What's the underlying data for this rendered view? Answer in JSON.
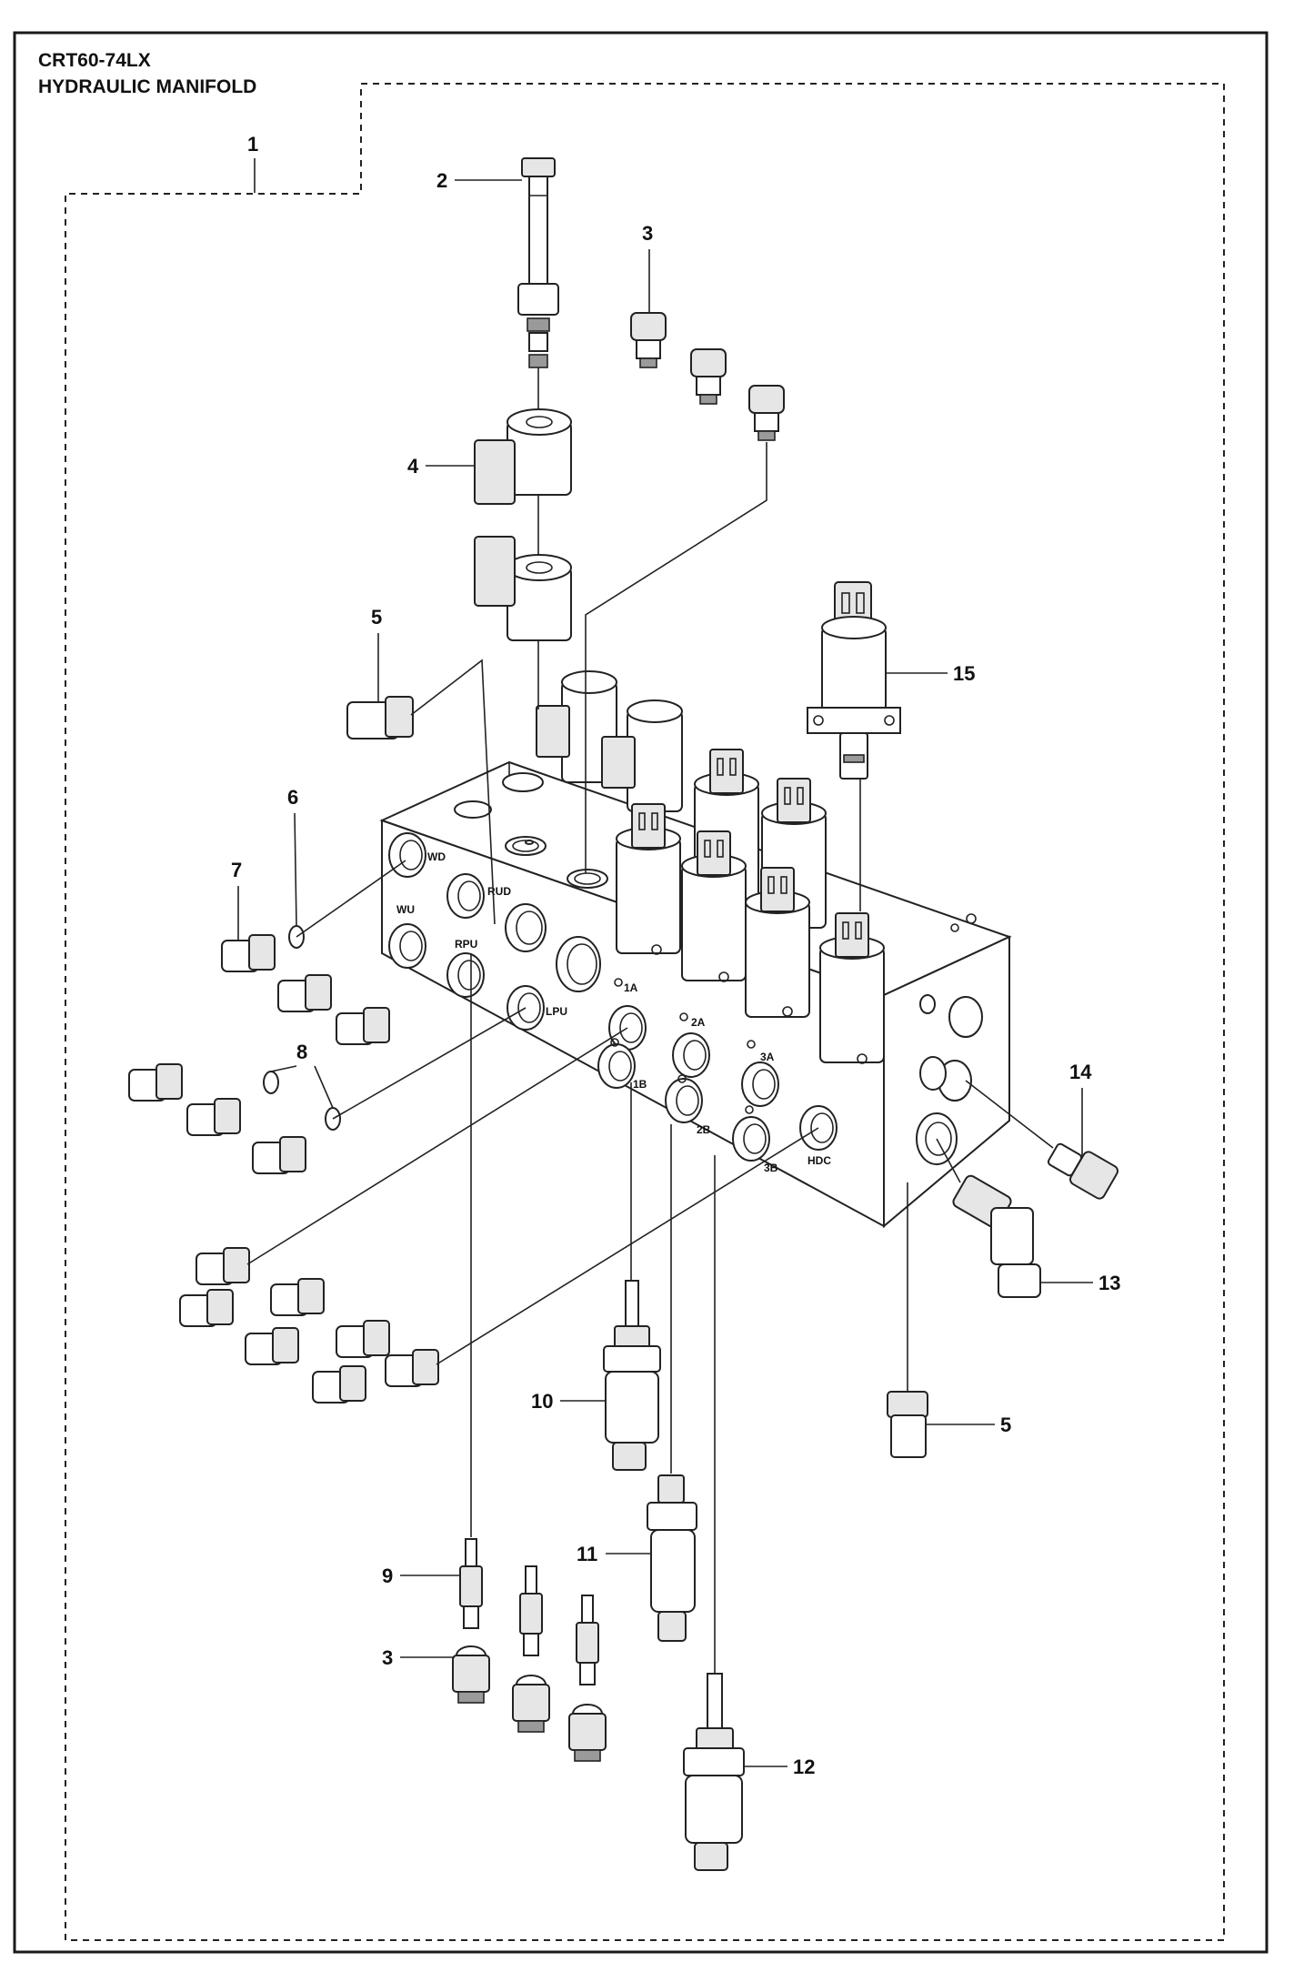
{
  "header": {
    "model": "CRT60-74LX",
    "title": "HYDRAULIC MANIFOLD"
  },
  "callouts": [
    "1",
    "2",
    "3",
    "4",
    "5",
    "6",
    "7",
    "8",
    "9",
    "10",
    "11",
    "12",
    "13",
    "14",
    "15",
    "3",
    "5"
  ],
  "ports": [
    "WD",
    "RUD",
    "WU",
    "RPU",
    "LPU",
    "1A",
    "1B",
    "2A",
    "2B",
    "3A",
    "3B",
    "HDC"
  ],
  "colors": {
    "ink": "#1a1a1a",
    "paper": "#ffffff",
    "shade": "#e6e6e6"
  }
}
